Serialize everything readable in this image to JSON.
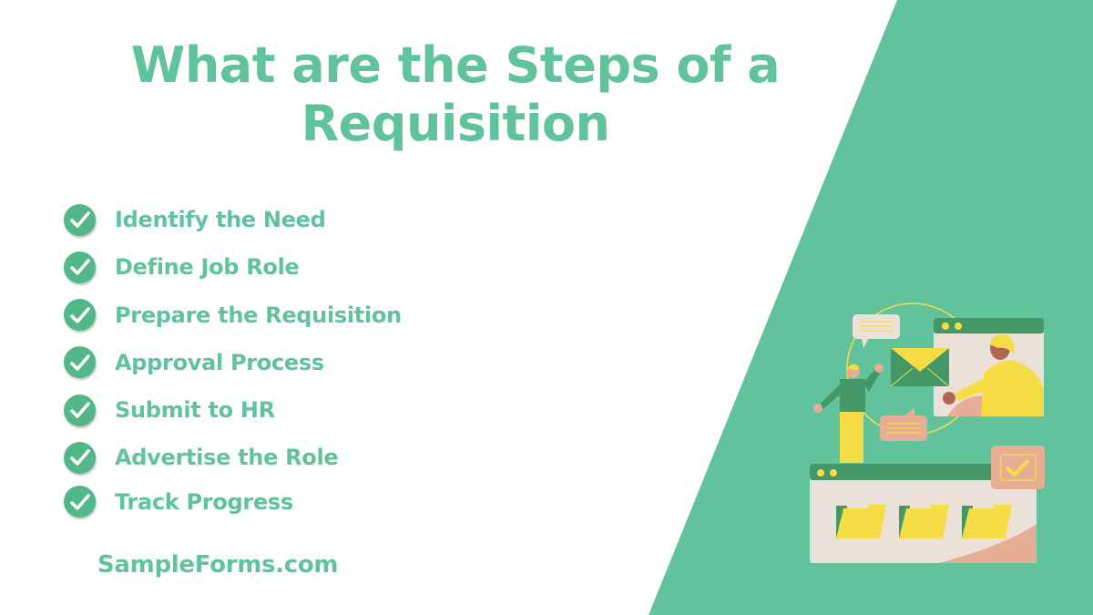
{
  "title": {
    "line1": "What are the Steps of a",
    "line2": "Requisition"
  },
  "steps": [
    {
      "label": "Identify the Need",
      "icon": "check-circle-icon"
    },
    {
      "label": "Define Job Role",
      "icon": "check-circle-icon"
    },
    {
      "label": "Prepare the Requisition",
      "icon": "check-circle-icon"
    },
    {
      "label": "Approval Process",
      "icon": "check-circle-icon"
    },
    {
      "label": "Submit to HR",
      "icon": "check-circle-icon"
    },
    {
      "label": "Advertise the Role",
      "icon": "check-circle-icon"
    },
    {
      "label": "Track Progress",
      "icon": "check-circle-icon"
    }
  ],
  "brand": "SampleForms.com",
  "colors": {
    "accent": "#60c39b",
    "check": "#52b888",
    "panel": "#60c39b",
    "dark_green": "#449868",
    "yellow": "#f7dd45",
    "cream": "#ece1d8",
    "peach": "#e5ae95",
    "skin_dark": "#b0664f"
  },
  "illustration": {
    "description": "people-exchanging-messages-and-files"
  }
}
